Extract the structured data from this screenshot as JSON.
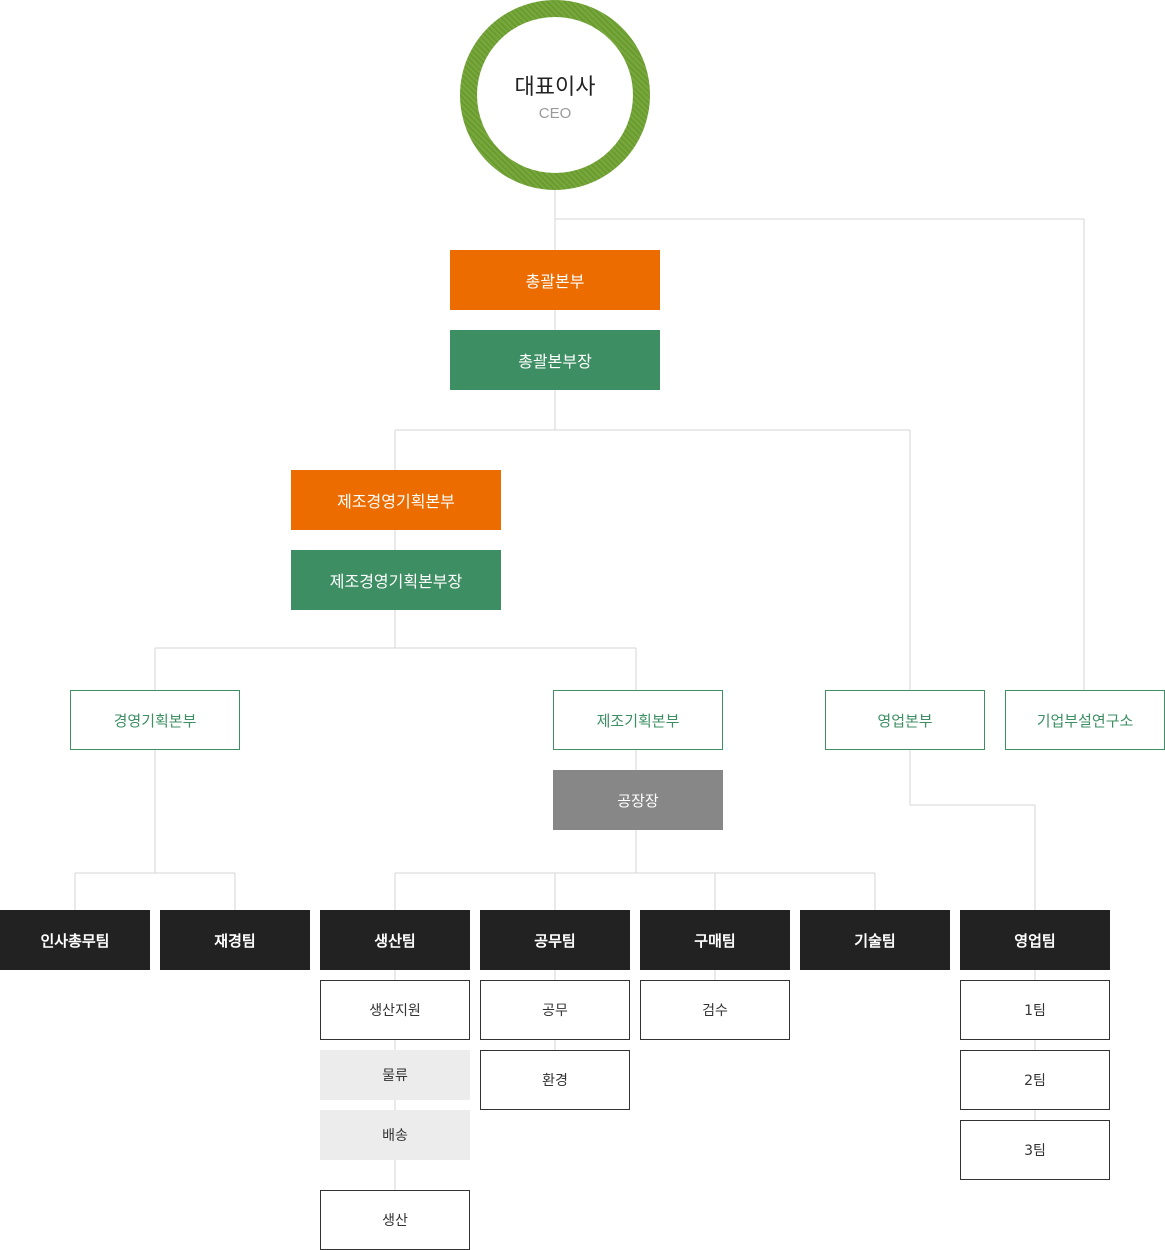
{
  "ceo": {
    "title": "대표이사",
    "subtitle": "CEO"
  },
  "general_hq": {
    "title": "총괄본부",
    "head": "총괄본부장"
  },
  "mfg_mgmt_hq": {
    "title": "제조경영기획본부",
    "head": "제조경영기획본부장"
  },
  "divisions": {
    "management_planning": "경영기획본부",
    "manufacturing_planning": "제조기획본부",
    "sales": "영업본부",
    "research_institute": "기업부설연구소"
  },
  "factory_manager": "공장장",
  "teams": {
    "hr_general": "인사총무팀",
    "finance": "재경팀",
    "production": "생산팀",
    "engineering": "공무팀",
    "purchasing": "구매팀",
    "technology": "기술팀",
    "sales": "영업팀"
  },
  "subunits": {
    "production": [
      "생산지원",
      "물류",
      "배송",
      "생산"
    ],
    "engineering": [
      "공무",
      "환경"
    ],
    "purchasing": [
      "검수"
    ],
    "sales": [
      "1팀",
      "2팀",
      "3팀"
    ]
  },
  "colors": {
    "orange": "#ec6c00",
    "green": "#3d8f63",
    "ceo_ring": "#78a83c",
    "factory_gray": "#878787",
    "team_dark": "#222222",
    "connector": "#d6d6d6"
  }
}
